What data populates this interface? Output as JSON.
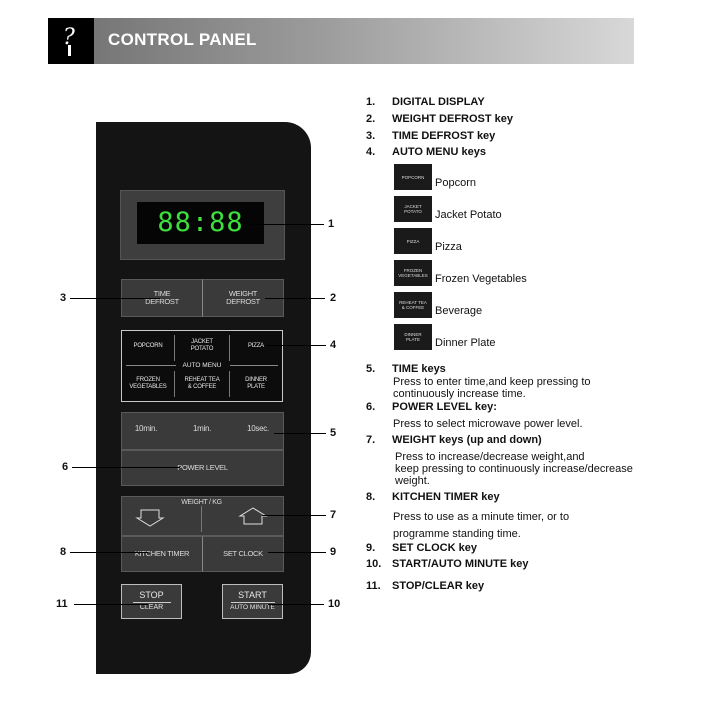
{
  "header": {
    "title": "CONTROL PANEL"
  },
  "panel": {
    "display": "88:88",
    "time_defrost": [
      "TIME",
      "DEFROST"
    ],
    "weight_defrost": [
      "WEIGHT",
      "DEFROST"
    ],
    "auto_menu": {
      "label": "AUTO MENU",
      "items": [
        [
          "POPCORN"
        ],
        [
          "JACKET",
          "POTATO"
        ],
        [
          "PIZZA"
        ],
        [
          "FROZEN",
          "VEGETABLES"
        ],
        [
          "REHEAT TEA",
          "& COFFEE"
        ],
        [
          "DINNER",
          "PLATE"
        ]
      ]
    },
    "time_keys": [
      "10min.",
      "1min.",
      "10sec."
    ],
    "power_level": "POWER LEVEL",
    "weight_label": "WEIGHT / KG",
    "kitchen_timer": "KITCHEN TIMER",
    "set_clock": "SET CLOCK",
    "stop": [
      "STOP",
      "CLEAR"
    ],
    "start": [
      "START",
      "AUTO MINUTE"
    ]
  },
  "callouts": [
    "1",
    "2",
    "3",
    "4",
    "5",
    "6",
    "7",
    "8",
    "9",
    "10",
    "11"
  ],
  "legend": [
    {
      "n": "1.",
      "label": "DIGITAL DISPLAY"
    },
    {
      "n": "2.",
      "label": "WEIGHT DEFROST key"
    },
    {
      "n": "3.",
      "label": "TIME DEFROST key"
    },
    {
      "n": "4.",
      "label": "AUTO MENU keys"
    },
    {
      "n": "5.",
      "label": "TIME keys",
      "desc": [
        "Press to enter time,and keep pressing to",
        "continuously increase time."
      ]
    },
    {
      "n": "6.",
      "label": "POWER LEVEL key:",
      "desc": [
        "Press to select microwave power level."
      ]
    },
    {
      "n": "7.",
      "label": "WEIGHT keys (up and down)",
      "desc": [
        "Press to increase/decrease weight,and",
        "keep pressing to continuously increase/decrease",
        "weight."
      ]
    },
    {
      "n": "8.",
      "label": "KITCHEN TIMER key",
      "desc": [
        "Press to use as a minute timer, or to",
        "programme standing time."
      ]
    },
    {
      "n": "9.",
      "label": "SET CLOCK key"
    },
    {
      "n": "10.",
      "label": "START/AUTO MINUTE key"
    },
    {
      "n": "11.",
      "label": "STOP/CLEAR key"
    }
  ],
  "auto_menu_legend": [
    {
      "box": [
        "POPCORN"
      ],
      "name": "Popcorn"
    },
    {
      "box": [
        "JACKET",
        "POTATO"
      ],
      "name": "Jacket Potato"
    },
    {
      "box": [
        "PIZZA"
      ],
      "name": "Pizza"
    },
    {
      "box": [
        "FROZEN",
        "VEGETABLES"
      ],
      "name": "Frozen Vegetables"
    },
    {
      "box": [
        "REHEAT TEA",
        "& COFFEE"
      ],
      "name": "Beverage"
    },
    {
      "box": [
        "DINNER",
        "PLATE"
      ],
      "name": "Dinner Plate"
    }
  ]
}
